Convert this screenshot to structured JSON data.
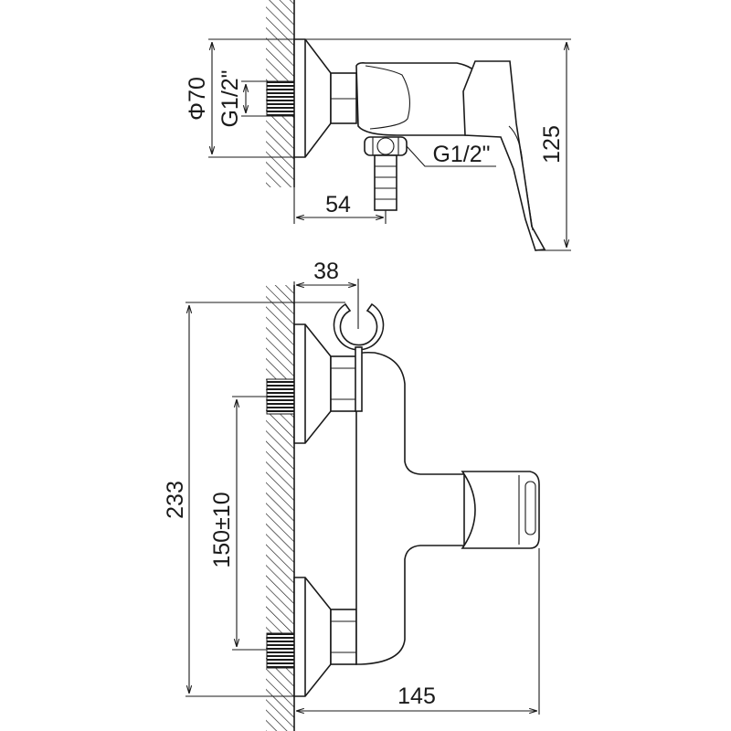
{
  "side_view": {
    "flange_diameter": "Φ70",
    "inlet_thread": "G1/2\"",
    "outlet_thread": "G1/2\"",
    "outlet_offset": "54",
    "height": "125"
  },
  "front_view": {
    "holder_offset": "38",
    "total_height": "233",
    "inlet_spacing": "150±10",
    "depth": "145"
  }
}
